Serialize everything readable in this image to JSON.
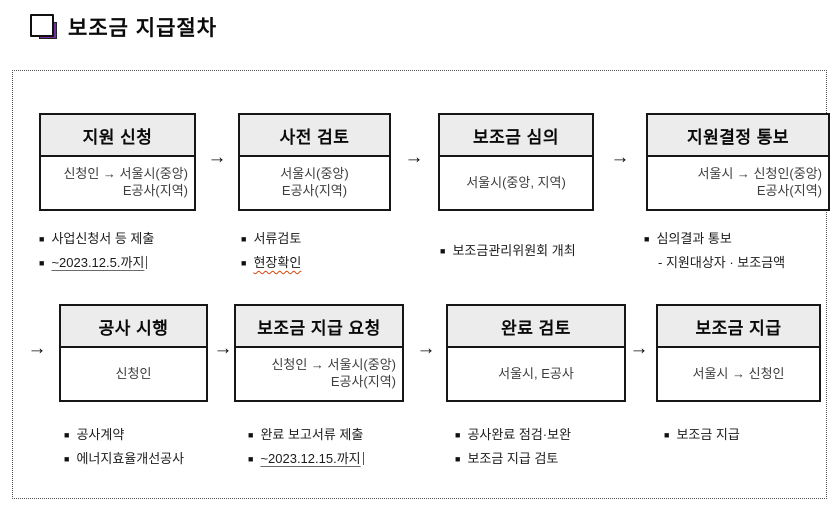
{
  "title": {
    "text": "보조금 지급절차"
  },
  "glyphs": {
    "arrow": "→",
    "bullet": "■"
  },
  "steps": [
    {
      "header": "지원 신청",
      "body1": "신청인 → 서울시(중앙)",
      "body2": "E공사(지역)",
      "note1": "사업신청서 등 제출",
      "note2": "~2023.12.5.까지"
    },
    {
      "header": "사전 검토",
      "body1": "서울시(중앙)",
      "body2": "E공사(지역)",
      "note1": "서류검토",
      "note2": "현장확인"
    },
    {
      "header": "보조금 심의",
      "body1": "서울시(중앙, 지역)",
      "note1": "보조금관리위원회 개최"
    },
    {
      "header": "지원결정 통보",
      "body1": "서울시 → 신청인(중앙)",
      "body2": "E공사(지역)",
      "note1": "심의결과 통보",
      "note2": "- 지원대상자 · 보조금액"
    },
    {
      "header": "공사 시행",
      "body1": "신청인",
      "note1": "공사계약",
      "note2": "에너지효율개선공사"
    },
    {
      "header": "보조금 지급 요청",
      "body1": "신청인 → 서울시(중앙)",
      "body2": "E공사(지역)",
      "note1": "완료 보고서류 제출",
      "note2": "~2023.12.15.까지"
    },
    {
      "header": "완료 검토",
      "body1": "서울시, E공사",
      "note1": "공사완료 점검·보완",
      "note2": "보조금 지급 검토"
    },
    {
      "header": "보조금 지급",
      "body1": "서울시 → 신청인",
      "note1": "보조금 지급"
    }
  ]
}
